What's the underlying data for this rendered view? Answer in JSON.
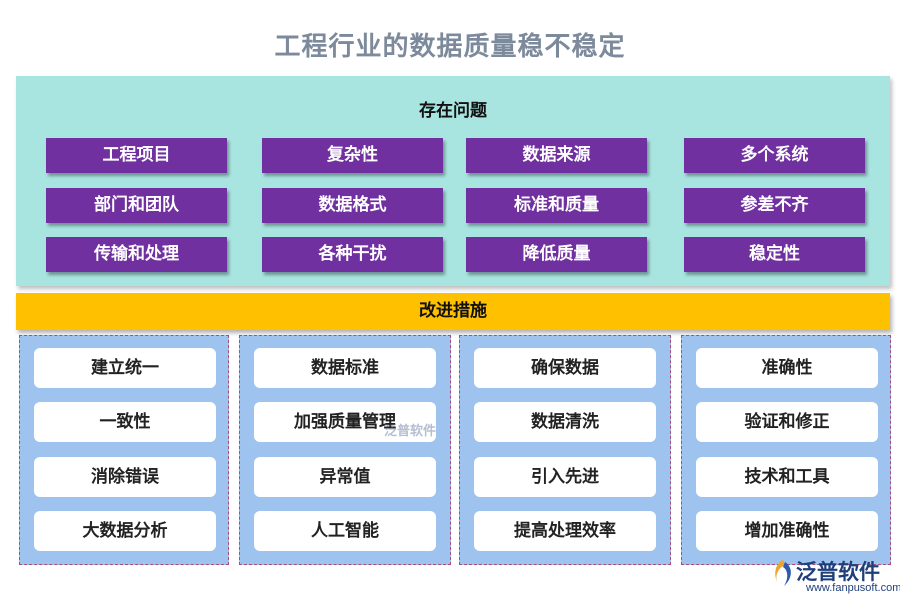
{
  "title": "工程行业的数据质量稳不稳定",
  "problems": {
    "title": "存在问题",
    "items": [
      "工程项目",
      "复杂性",
      "数据来源",
      "多个系统",
      "部门和团队",
      "数据格式",
      "标准和质量",
      "参差不齐",
      "传输和处理",
      "各种干扰",
      "降低质量",
      "稳定性"
    ]
  },
  "measures": {
    "title": "改进措施",
    "columns": [
      [
        "建立统一",
        "一致性",
        "消除错误",
        "大数据分析"
      ],
      [
        "数据标准",
        "加强质量管理",
        "异常值",
        "人工智能"
      ],
      [
        "确保数据",
        "数据清洗",
        "引入先进",
        "提高处理效率"
      ],
      [
        "准确性",
        "验证和修正",
        "技术和工具",
        "增加准确性"
      ]
    ]
  },
  "watermark": "泛普软件",
  "logo": {
    "name": "泛普软件",
    "url": "www.fanpusoft.com"
  },
  "colors": {
    "problems_bg": "#a8e4e0",
    "problem_btn": "#7030a0",
    "measures_bar": "#ffc000",
    "measure_col": "#9dc3ee"
  }
}
